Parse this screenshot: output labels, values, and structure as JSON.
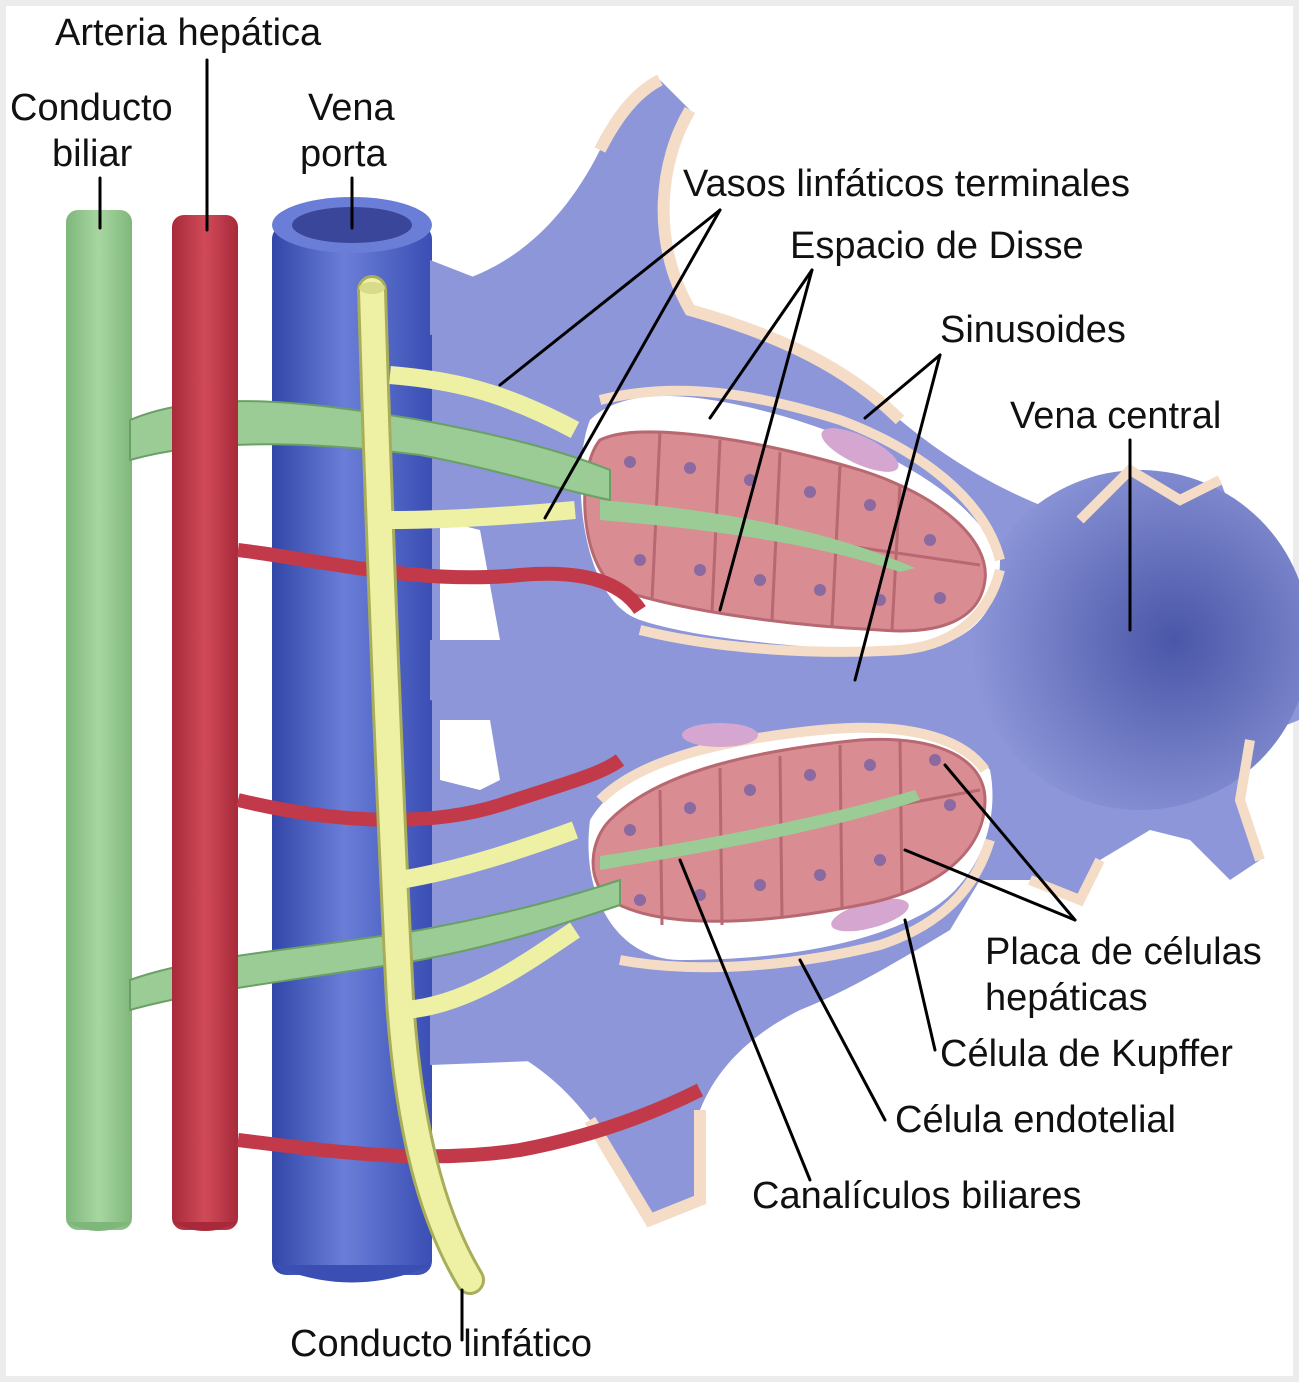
{
  "labels": {
    "arteria_hepatica": "Arteria hepática",
    "conducto_biliar_1": "Conducto",
    "conducto_biliar_2": "biliar",
    "vena_porta_1": "Vena",
    "vena_porta_2": "porta",
    "vasos_linfaticos": "Vasos linfáticos terminales",
    "espacio_disse": "Espacio de Disse",
    "sinusoides": "Sinusoides",
    "vena_central": "Vena central",
    "placa_1": "Placa de células",
    "placa_2": "hepáticas",
    "kupffer": "Célula de Kupffer",
    "endotelial": "Célula endotelial",
    "canaliculos": "Canalículos biliares",
    "conducto_linfatico": "Conducto linfático"
  },
  "colors": {
    "bile": "#9ccc96",
    "artery": "#c23a4a",
    "portal": "#4a5fc4",
    "sinusoid": "#8c96d8",
    "lymph": "#eef0a4",
    "hepatocyte": "#d98c92",
    "endothelium": "#f4dcc6",
    "kupffer": "#d4a6d0"
  }
}
